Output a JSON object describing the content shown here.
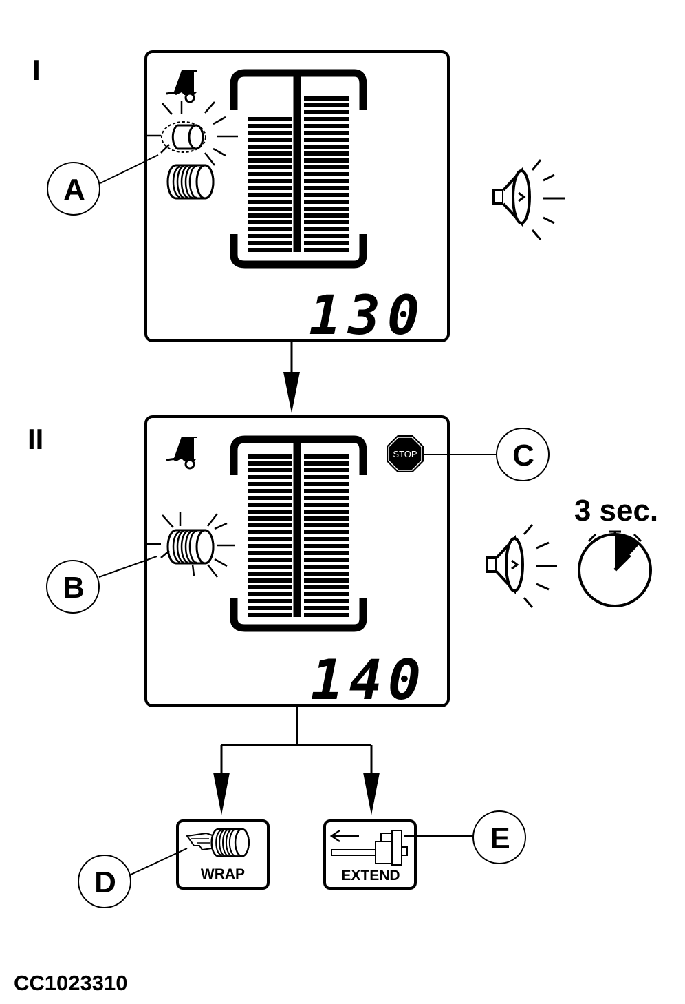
{
  "steps": {
    "first": "I",
    "second": "II"
  },
  "panel1": {
    "count": "130",
    "alarm": "horn-icon"
  },
  "panel2": {
    "count": "140",
    "stop_label": "STOP",
    "timer_label": "3 sec."
  },
  "callouts": {
    "a": "A",
    "b": "B",
    "c": "C",
    "d": "D",
    "e": "E"
  },
  "buttons": {
    "wrap": "WRAP",
    "extend": "EXTEND"
  },
  "figure_ref": "CC1023310",
  "icons": [
    "baler-icon",
    "bale-outline-icon",
    "wrapped-bale-icon",
    "horn-icon",
    "stop-icon",
    "stopwatch-icon",
    "hand-icon",
    "arrow-left-icon",
    "cylinder-icon"
  ],
  "colors": {
    "ink": "#000000",
    "background": "#ffffff"
  }
}
